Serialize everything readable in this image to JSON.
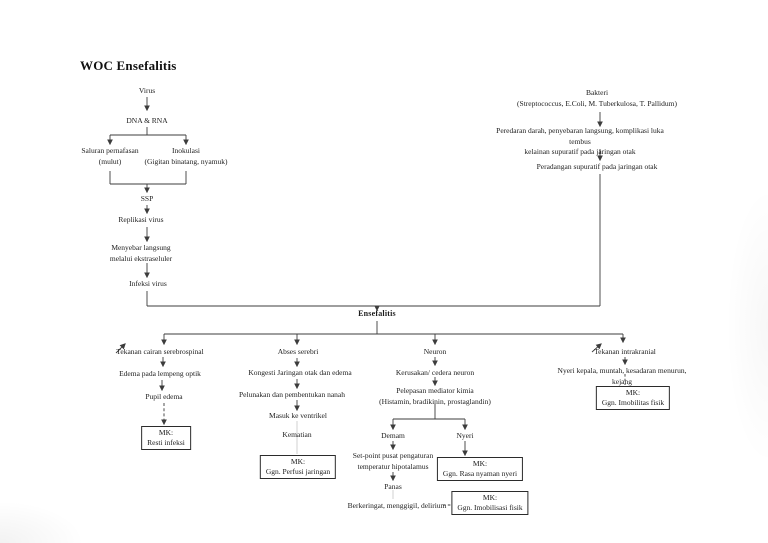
{
  "title": "WOC Ensefalitis",
  "flow": {
    "virus_path": {
      "virus": "Virus",
      "dna_rna": "DNA & RNA",
      "saluran_pernafasan": "Saluran pernafasan\n(mulut)",
      "inokulasi": "Inokulasi\n(Gigitan binatang, nyamuk)",
      "ssp": "SSP",
      "replikasi_virus": "Replikasi virus",
      "menyebar": "Menyebar langsung\nmelalui ekstraseluler",
      "infeksi_virus": "Infeksi virus"
    },
    "bakteri_path": {
      "bakteri": "Bakteri\n(Streptococcus, E.Coli, M. Tuberkulosa, T. Pallidum)",
      "peredaran": "Peredaran darah, penyebaran langsung, komplikasi luka tembus\nkelainan supuratif pada jaringan otak",
      "peradangan": "Peradangan supuratif pada jaringan otak"
    },
    "ensefalitis": "Ensefalitis",
    "branch_serebrospinal": {
      "tekanan_cairan": "Tekanan cairan serebrospinal",
      "edema_lempeng": "Edema pada lempeng optik",
      "pupil_edema": "Pupil edema",
      "mk": "MK:\nResti infeksi"
    },
    "branch_abses": {
      "abses": "Abses serebri",
      "kongesti": "Kongesti Jaringan otak dan edema",
      "pelunakan": "Pelunakan dan pembentukan nanah",
      "masuk_ventrikel": "Masuk ke ventrikel",
      "kematian": "Kematian",
      "mk": "MK:\nGgn. Perfusi jaringan"
    },
    "branch_neuron": {
      "neuron": "Neuron",
      "kerusakan": "Kerusakan/ cedera neuron",
      "pelepasan": "Pelepasan mediator kimia\n(Histamin, bradikinin, prostaglandin)",
      "demam": "Demam",
      "nyeri": "Nyeri",
      "setpoint": "Set-point pusat pengaturan\ntemperatur hipotalamus",
      "panas": "Panas",
      "berkeringat": "Berkeringat, menggigil, delirium",
      "mk_nyeri": "MK:\nGgn. Rasa nyaman nyeri",
      "mk_imobilisasi": "MK:\nGgn. Imobilisasi fisik"
    },
    "branch_intrakranial": {
      "tekanan_intrakranial": "Tekanan intrakranial",
      "gejala": "Nyeri kepala, muntah, kesadaran menurun, kejang",
      "mk": "MK:\nGgn. Imobilitas fisik"
    }
  },
  "colors": {
    "line": "#3c3c3c",
    "text": "#1c1c1c",
    "background": "#ffffff"
  }
}
